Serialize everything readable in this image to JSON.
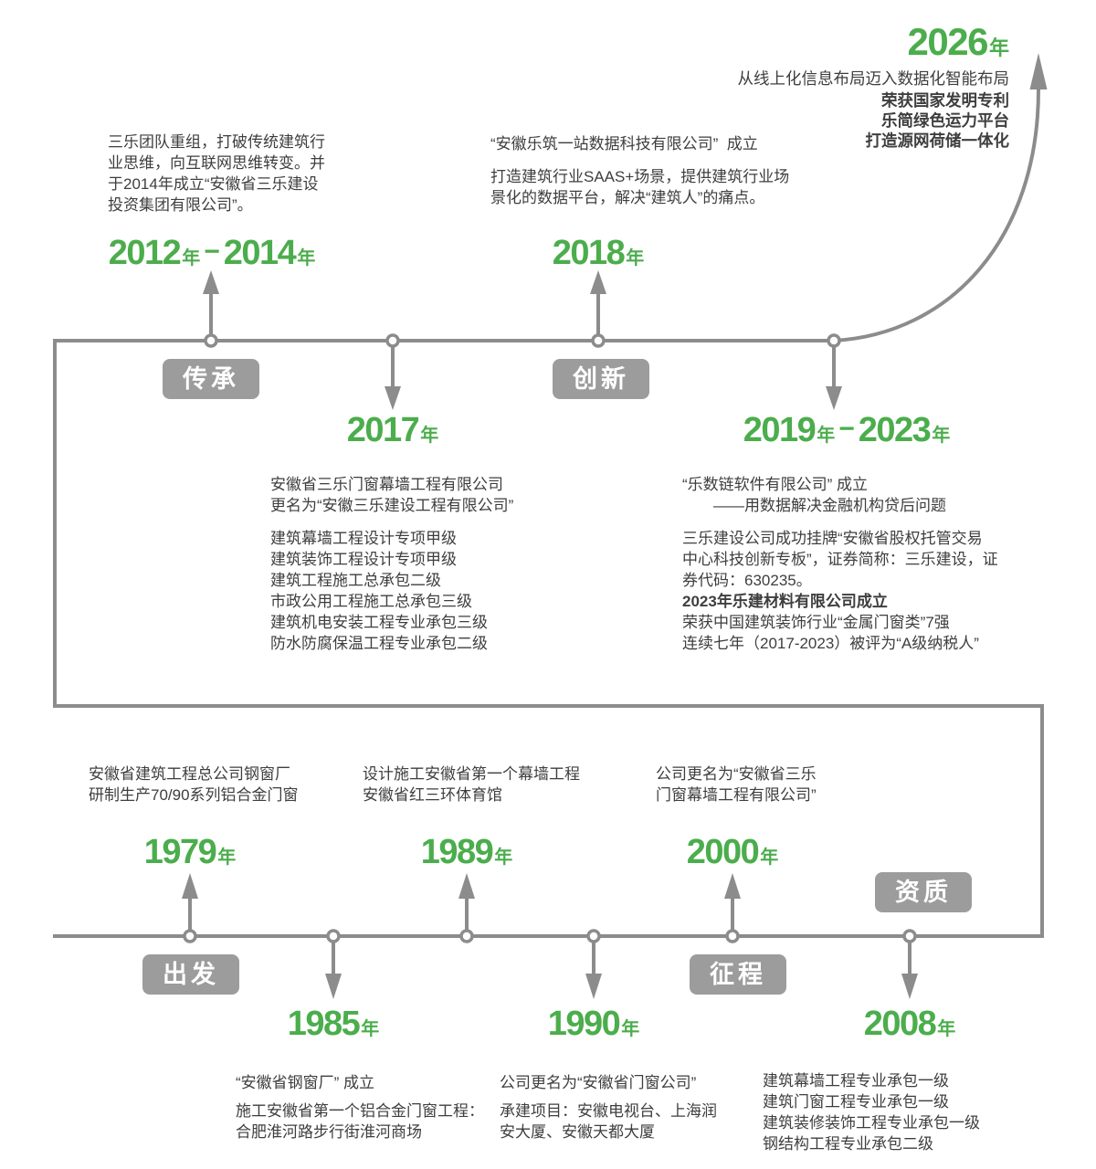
{
  "palette": {
    "green": "#4bad4c",
    "line_gray": "#8c8c8c",
    "label_bg": "#9c9c9c",
    "text": "#3e3e3e"
  },
  "suffix_year": "年",
  "range_dash": "−",
  "chapters": {
    "heritage": "传承",
    "innovation": "创新",
    "departure": "出发",
    "journey": "征程",
    "qualification": "资质"
  },
  "era_2026": {
    "year": "2026",
    "line_regular": "从线上化信息布局迈入数据化智能布局",
    "lines_bold": "荣获国家发明专利\n乐简绿色运力平台\n打造源网荷储一体化"
  },
  "events": {
    "y2012_2014": {
      "start": "2012",
      "end": "2014",
      "desc": "三乐团队重组，打破传统建筑行\n业思维，向互联网思维转变。并\n于2014年成立“安徽省三乐建设\n投资集团有限公司”。"
    },
    "y2018": {
      "year": "2018",
      "title": "“安徽乐筑一站数据科技有限公司”  成立",
      "desc": "打造建筑行业SAAS+场景，提供建筑行业场\n景化的数据平台，解决“建筑人”的痛点。"
    },
    "y2017": {
      "year": "2017",
      "para1": "安徽省三乐门窗幕墙工程有限公司\n更名为“安徽三乐建设工程有限公司”",
      "para2": "建筑幕墙工程设计专项甲级\n建筑装饰工程设计专项甲级\n建筑工程施工总承包二级\n市政公用工程施工总承包三级\n建筑机电安装工程专业承包三级\n防水防腐保温工程专业承包二级"
    },
    "y2019_2023": {
      "start": "2019",
      "end": "2023",
      "para1": "“乐数链软件有限公司” 成立\n　　——用数据解决金融机构贷后问题",
      "para2": "三乐建设公司成功挂牌“安徽省股权托管交易\n中心科技创新专板”，证券简称：三乐建设，证\n券代码：630235。",
      "bold_line": "2023年乐建材料有限公司成立",
      "para3": "荣获中国建筑装饰行业“金属门窗类”7强\n连续七年（2017-2023）被评为“A级纳税人”"
    },
    "y1979": {
      "year": "1979",
      "desc": "安徽省建筑工程总公司钢窗厂\n研制生产70/90系列铝合金门窗"
    },
    "y1985": {
      "year": "1985",
      "para1": "“安徽省钢窗厂” 成立",
      "para2": "施工安徽省第一个铝合金门窗工程：\n合肥淮河路步行街淮河商场"
    },
    "y1989": {
      "year": "1989",
      "desc": "设计施工安徽省第一个幕墙工程\n安徽省红三环体育馆"
    },
    "y1990": {
      "year": "1990",
      "para1": "公司更名为“安徽省门窗公司”",
      "para2": "承建项目：安徽电视台、上海润\n安大厦、安徽天都大厦"
    },
    "y2000": {
      "year": "2000",
      "desc": "公司更名为“安徽省三乐\n门窗幕墙工程有限公司”"
    },
    "y2008": {
      "year": "2008",
      "desc": "建筑幕墙工程专业承包一级\n建筑门窗工程专业承包一级\n建筑装修装饰工程专业承包一级\n钢结构工程专业承包二级"
    }
  }
}
